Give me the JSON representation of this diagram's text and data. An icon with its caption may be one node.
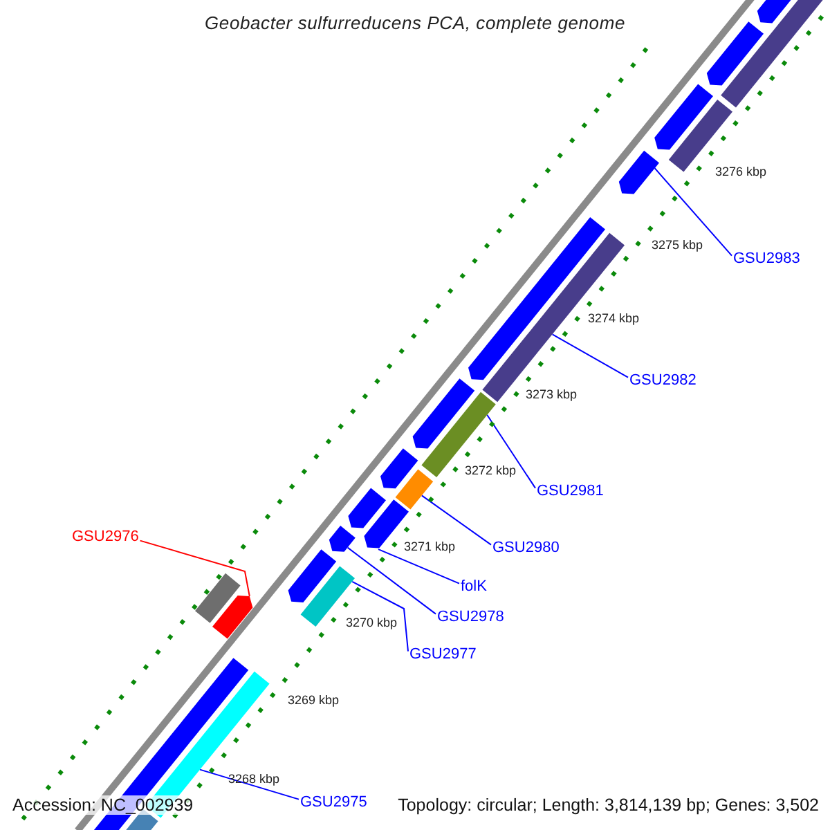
{
  "diagram": {
    "title": "Geobacter sulfurreducens PCA, complete genome",
    "nodes": [
      {
        "text": [
          "GSU2983"
        ]
      },
      {
        "text": [
          "GSU2982"
        ]
      },
      {
        "text": [
          "GSU2981"
        ]
      },
      {
        "text": [
          "GSU2976"
        ]
      },
      {
        "text": [
          "GSU2980"
        ]
      },
      {
        "text": [
          "folK"
        ]
      },
      {
        "text": [
          "GSU2978"
        ]
      },
      {
        "text": [
          "GSU2977"
        ]
      },
      {
        "text": [
          "GSU2975"
        ]
      },
      {
        "text": [],
        "shape": "bar"
      },
      {
        "text": [],
        "shape": "bar"
      },
      {
        "text": [],
        "shape": "bar"
      },
      {
        "text": [],
        "shape": "bar"
      },
      {
        "text": [],
        "shape": "bar"
      },
      {
        "text": [],
        "shape": "bar"
      },
      {
        "text": [],
        "shape": "bar"
      },
      {
        "text": [],
        "shape": "bar"
      },
      {
        "text": [],
        "shape": "bar"
      },
      {
        "text": [],
        "shape": "bar"
      },
      {
        "text": [],
        "shape": "bar"
      },
      {
        "text": [],
        "shape": "bar"
      },
      {
        "text": [],
        "shape": "bar"
      },
      {
        "text": [],
        "shape": "bar"
      },
      {
        "text": [],
        "shape": "bar"
      },
      {
        "text": [],
        "shape": "bar"
      },
      {
        "text": [],
        "shape": "bar"
      },
      {
        "text": [],
        "shape": "bar"
      },
      {
        "text": [],
        "shape": "bar"
      },
      {
        "text": [],
        "shape": "bar"
      },
      {
        "text": [],
        "shape": "bar"
      },
      {
        "text": [],
        "shape": "bar"
      }
    ],
    "edges": [
      {
        "from": 0,
        "to": 14,
        "arrow": "none"
      },
      {
        "from": 1,
        "to": 16,
        "arrow": "none"
      },
      {
        "from": 2,
        "to": 18,
        "arrow": "none"
      },
      {
        "from": 3,
        "to": 27,
        "arrow": "none",
        "color": "#ff0000"
      },
      {
        "from": 4,
        "to": 20,
        "arrow": "none"
      },
      {
        "from": 5,
        "to": 22,
        "arrow": "none"
      },
      {
        "from": 6,
        "to": 23,
        "arrow": "none"
      },
      {
        "from": 7,
        "to": 25,
        "arrow": "none"
      },
      {
        "from": 8,
        "to": 29,
        "arrow": "none"
      }
    ],
    "labels": [
      "3276 kbp",
      "3275 kbp",
      "3274 kbp",
      "3273 kbp",
      "3272 kbp",
      "3271 kbp",
      "3270 kbp",
      "3269 kbp",
      "3268 kbp",
      "Accession: NC_002939",
      "Topology: circular; Length: 3,814,139 bp; Genes: 3,502"
    ]
  }
}
